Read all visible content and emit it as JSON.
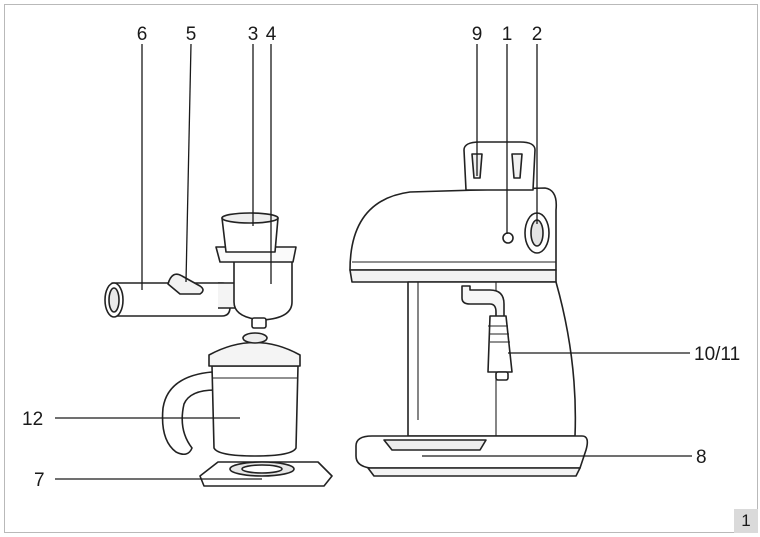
{
  "figure": {
    "callouts": {
      "c1": "1",
      "c2": "2",
      "c3": "3",
      "c4": "4",
      "c5": "5",
      "c6": "6",
      "c7": "7",
      "c8": "8",
      "c9": "9",
      "c10_11": "10/11",
      "c12": "12"
    },
    "page_number": "1"
  }
}
